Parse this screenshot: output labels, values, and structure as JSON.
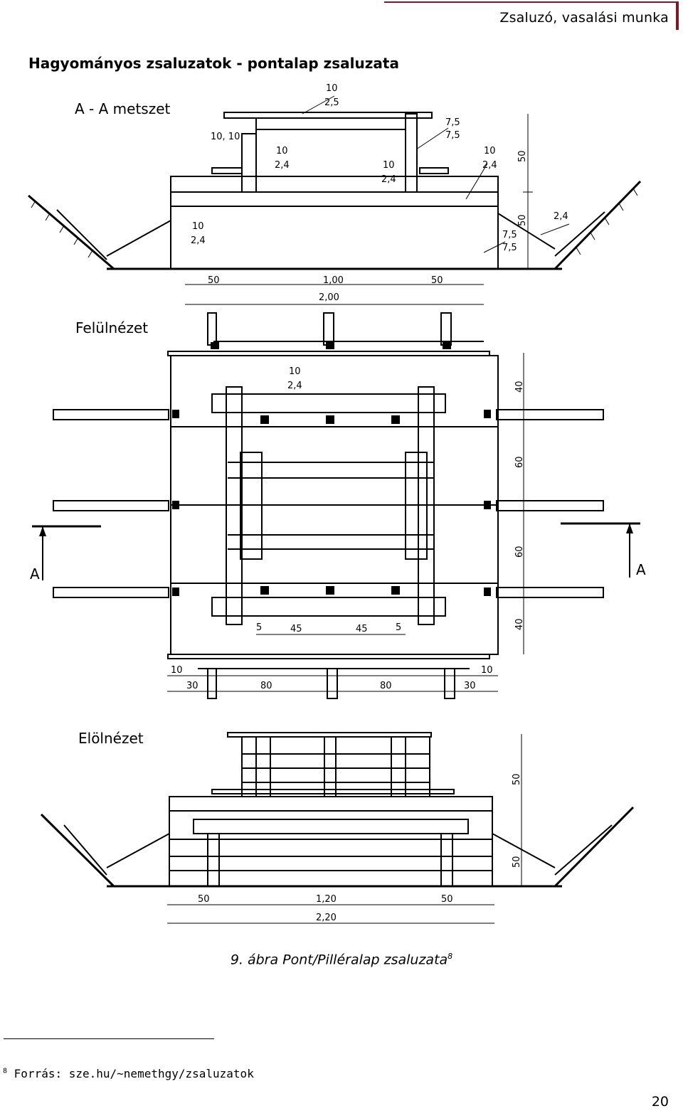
{
  "header": {
    "title": "Zsaluzó, vasalási munka"
  },
  "drawing": {
    "main_title": "Hagyományos zsaluzatok - pontalap zsaluzata",
    "sections": {
      "section_aa": "A - A metszet",
      "top_view": "Felülnézet",
      "front_view": "Elölnézet"
    },
    "labels": {
      "section_a": "A",
      "dim_10_25": [
        "10",
        "2,5"
      ],
      "dim_10_10": "10, 10",
      "dim_10_24": [
        "10",
        "2,4"
      ],
      "dim_75_75": [
        "7,5",
        "7,5"
      ],
      "dim_24": "2,4",
      "dim_50": "50",
      "dim_40": "40",
      "dim_60": "60",
      "dim_45": "45",
      "dim_5": "5",
      "dim_30": "30",
      "dim_80": "80",
      "dim_10": "10",
      "dim_100": "1,00",
      "dim_200": "2,00",
      "dim_120": "1,20",
      "dim_220": "2,20"
    }
  },
  "caption": {
    "text": "9. ábra Pont/Pilléralap zsaluzata",
    "ref": "8"
  },
  "footnote": {
    "ref": "8",
    "text": "Forrás: sze.hu/~nemethgy/zsaluzatok"
  },
  "page_number": "20"
}
